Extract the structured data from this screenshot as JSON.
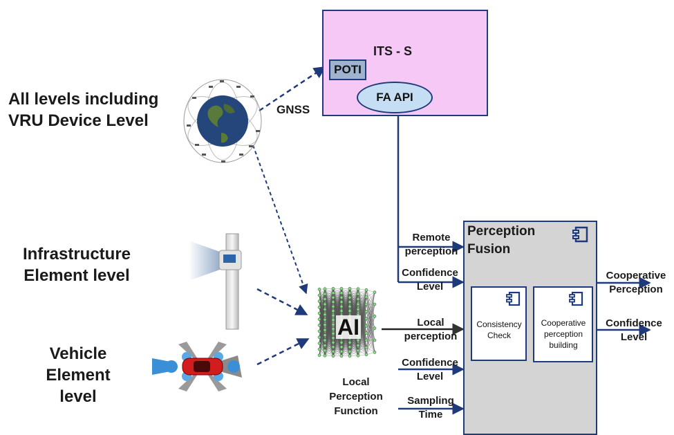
{
  "levels": {
    "all": "All levels including VRU Device Level",
    "infrastructure": "Infrastructure Element level",
    "vehicle": "Vehicle Element level"
  },
  "its": {
    "title": "ITS - S",
    "poti": "POTI",
    "fa_api": "FA API"
  },
  "gnss_label": "GNSS",
  "ai": {
    "label": "AI",
    "caption": "Local Perception Function"
  },
  "inputs": {
    "remote_perception": "Remote perception",
    "confidence_level_1": "Confidence Level",
    "local_perception": "Local perception",
    "confidence_level_2": "Confidence Level",
    "sampling_time": "Sampling Time"
  },
  "perception_fusion": {
    "title": "Perception Fusion",
    "consistency_check": "Consistency Check",
    "cooperative_building": "Cooperative perception building"
  },
  "outputs": {
    "cooperative_perception": "Cooperative Perception",
    "confidence_level": "Confidence Level"
  },
  "colors": {
    "line": "#1f3a7a",
    "its_fill": "#f6c8f5",
    "fusion_fill": "#d4d4d4",
    "poti_fill": "#9fb3cf",
    "faapi_fill": "#c6def3"
  }
}
